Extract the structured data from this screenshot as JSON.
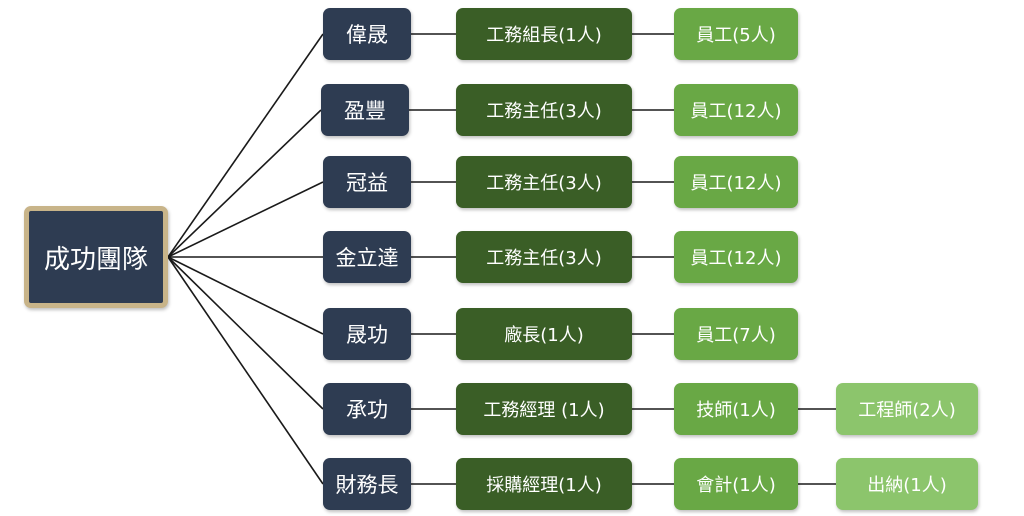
{
  "root": {
    "label": "成功團隊"
  },
  "branches": [
    {
      "name": "偉晟",
      "lead": "工務組長(1人)",
      "staff": "員工(5人)"
    },
    {
      "name": "盈豐",
      "lead": "工務主任(3人)",
      "staff": "員工(12人)"
    },
    {
      "name": "冠益",
      "lead": "工務主任(3人)",
      "staff": "員工(12人)"
    },
    {
      "name": "金立達",
      "lead": "工務主任(3人)",
      "staff": "員工(12人)"
    },
    {
      "name": "晟功",
      "lead": "廠長(1人)",
      "staff": "員工(7人)"
    },
    {
      "name": "承功",
      "lead": "工務經理 (1人)",
      "staff": "技師(1人)",
      "extra": "工程師(2人)"
    },
    {
      "name": "財務長",
      "lead": "採購經理(1人)",
      "staff": "會計(1人)",
      "extra": "出納(1人)"
    }
  ],
  "colors": {
    "navy": "#2e3c52",
    "root_border": "#c8b489",
    "dark_green": "#3a5e26",
    "mid_green": "#69a845",
    "light_green": "#8cc56c"
  }
}
